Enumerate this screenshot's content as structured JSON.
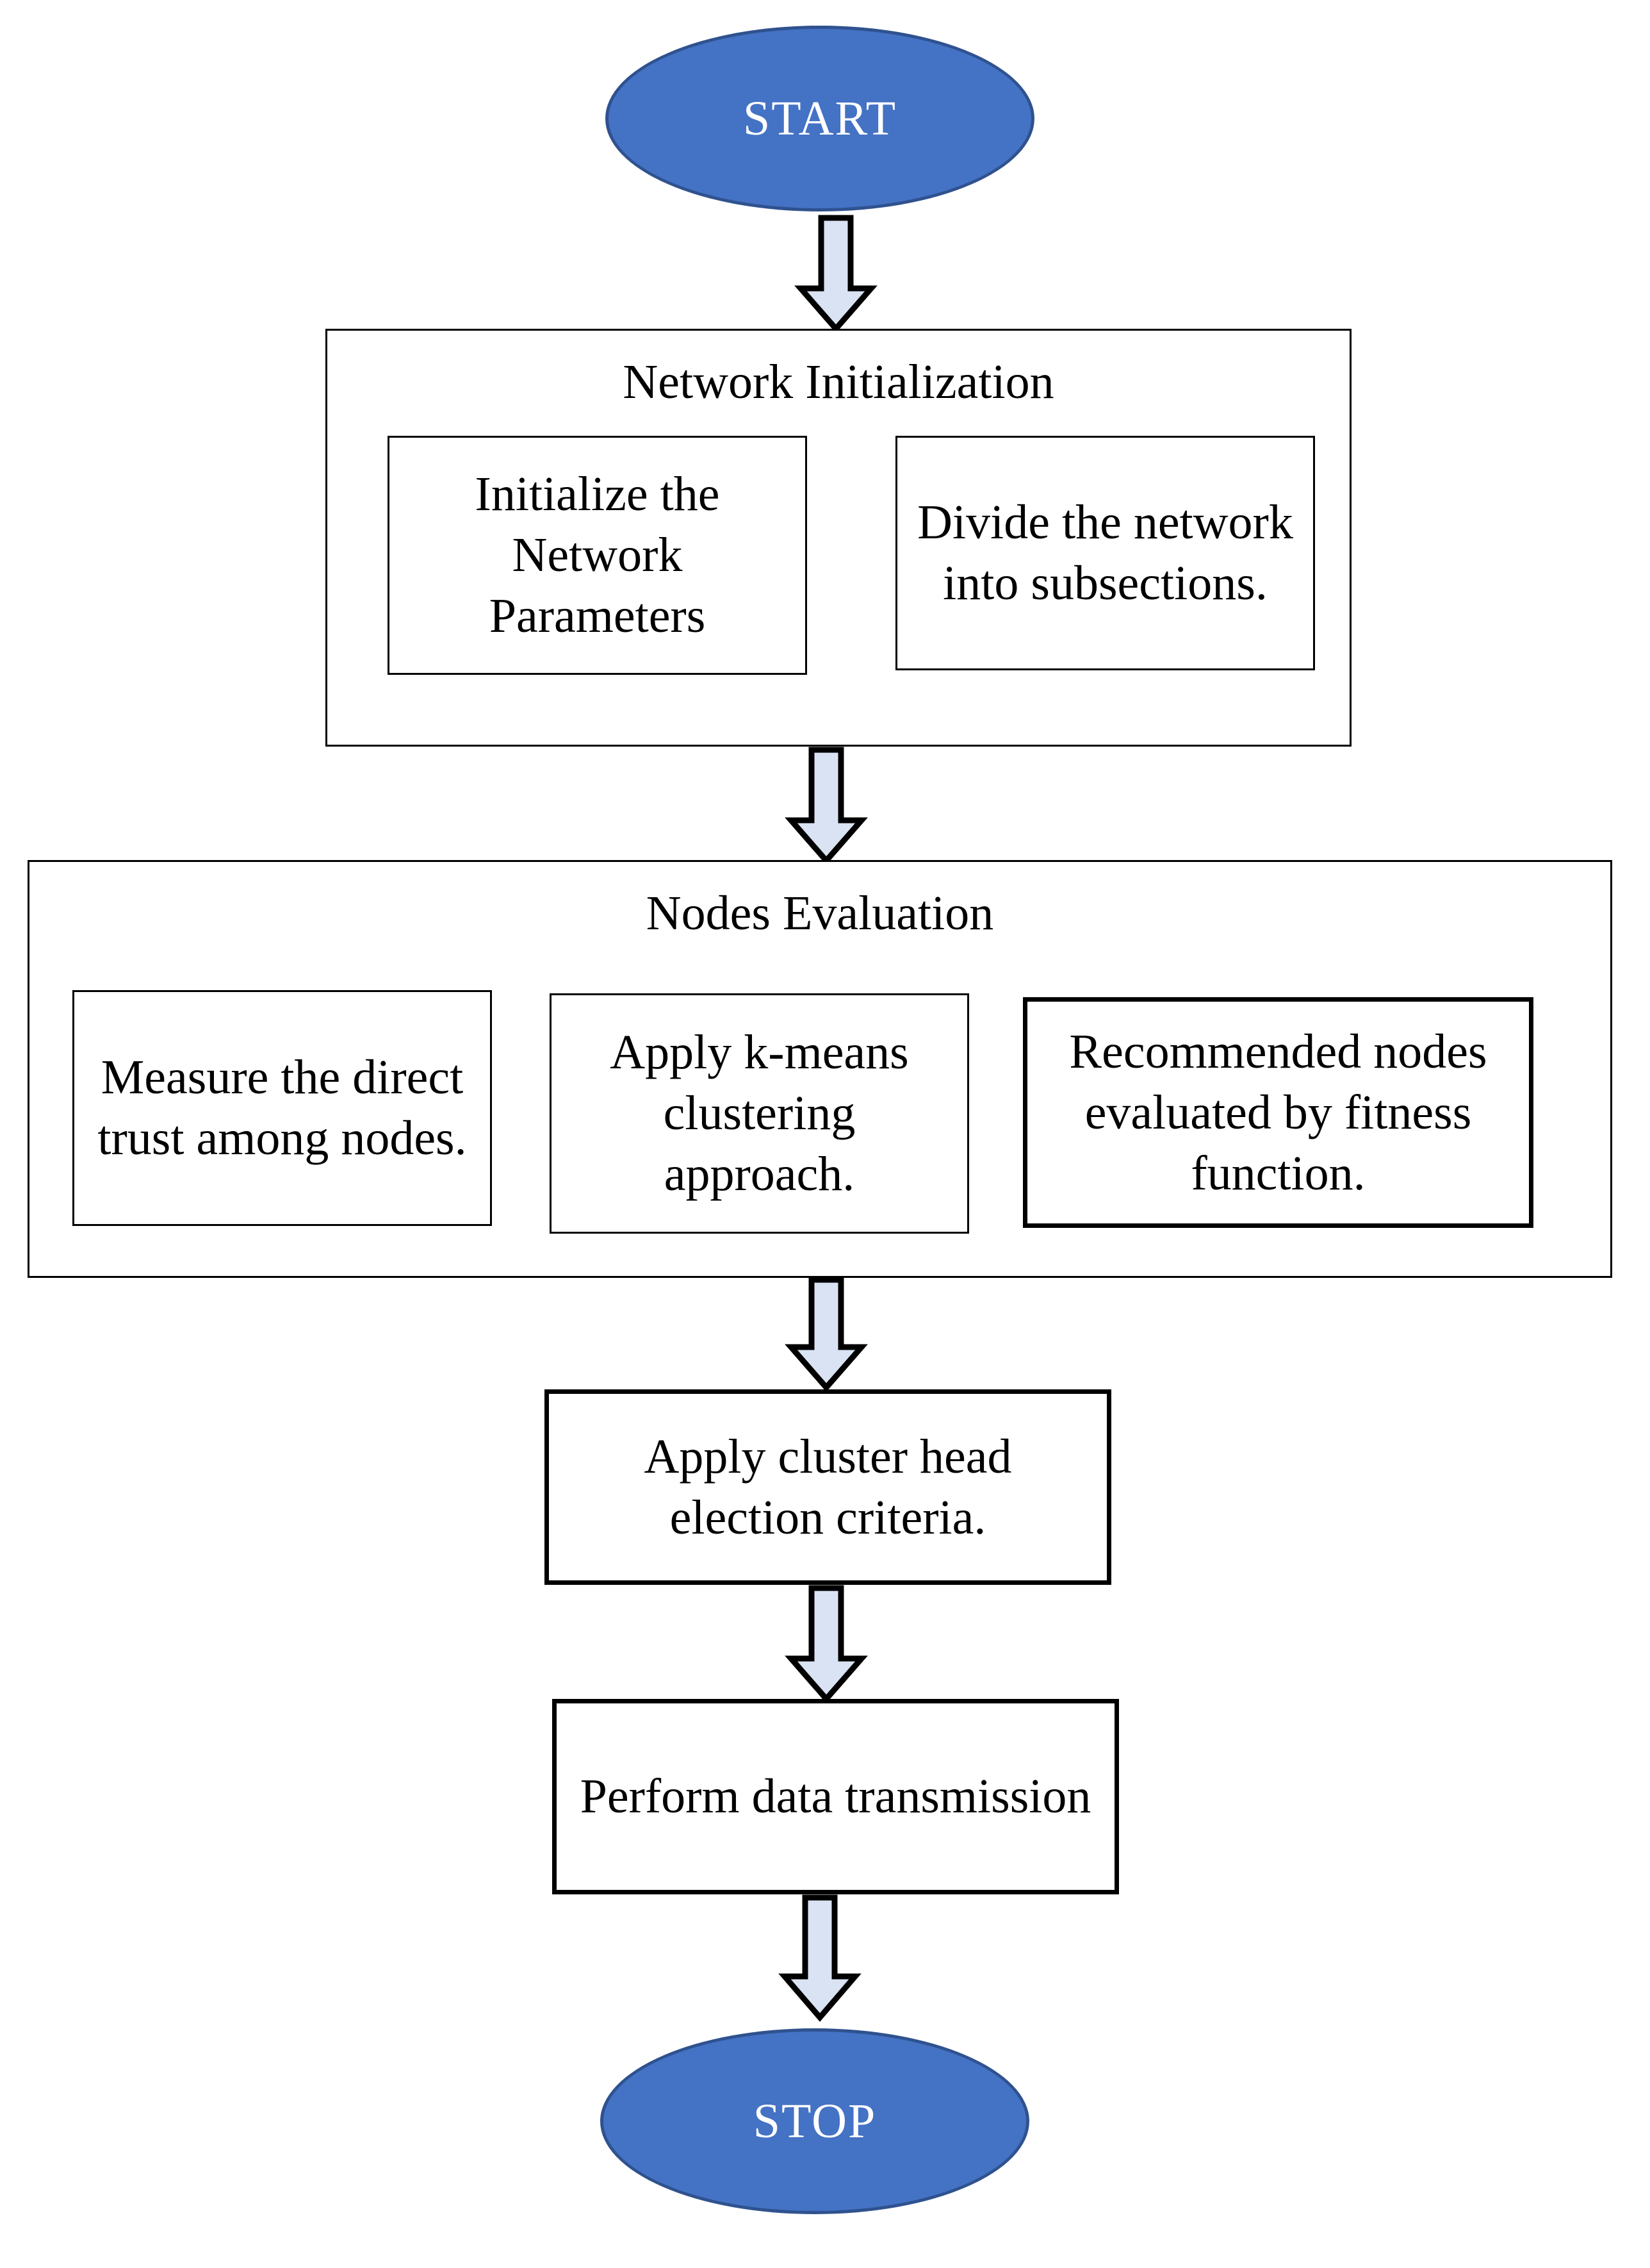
{
  "start_label": "START",
  "stop_label": "STOP",
  "network_initialization": {
    "title": "Network Initialization",
    "steps": [
      "Initialize the Network Parameters",
      "Divide the network into subsections."
    ]
  },
  "nodes_evaluation": {
    "title": "Nodes Evaluation",
    "steps": [
      "Measure the direct trust among nodes.",
      "Apply k-means clustering approach.",
      "Recommended nodes evaluated by fitness function."
    ]
  },
  "cluster_head_step": "Apply cluster head election criteria.",
  "transmission_step": "Perform data transmission",
  "colors": {
    "terminal_fill": "#4472C4",
    "terminal_border": "#2F528F",
    "arrow_fill": "#DAE3F3"
  }
}
